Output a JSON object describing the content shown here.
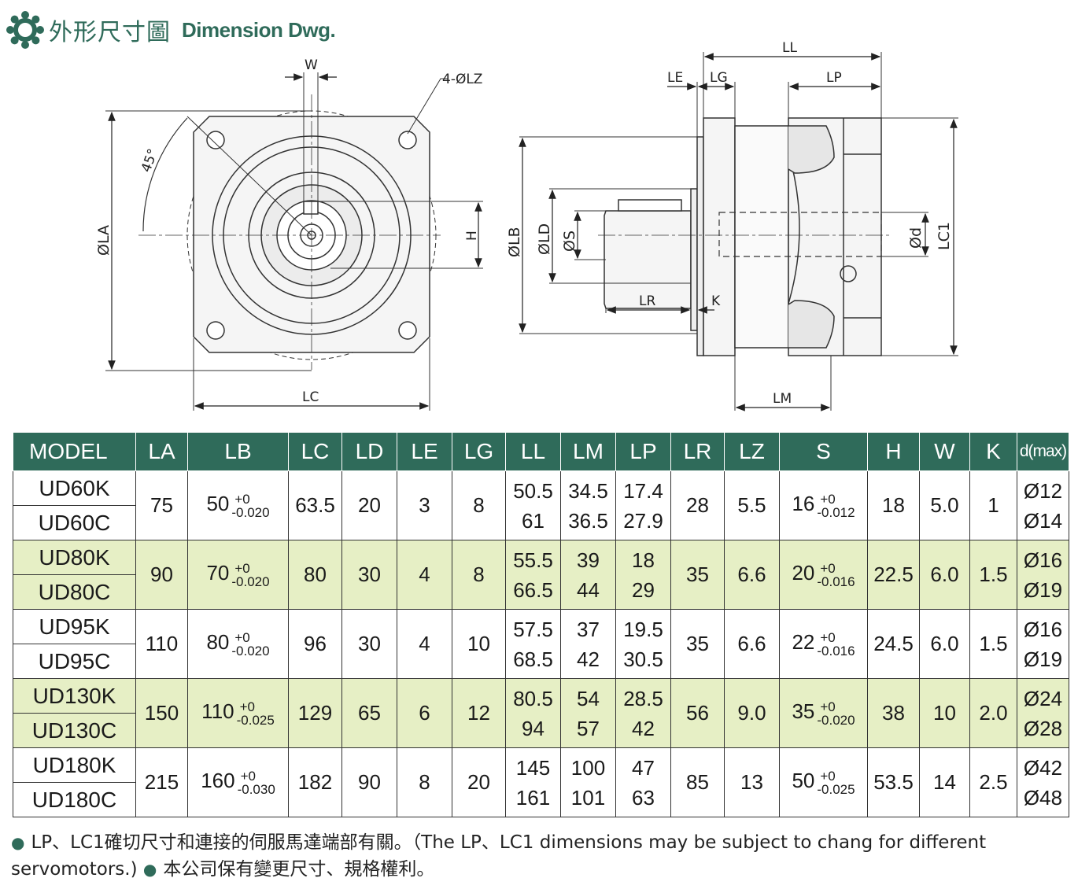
{
  "header": {
    "title_zh": "外形尺寸圖",
    "title_en": "Dimension Dwg."
  },
  "front_view_labels": {
    "w": "W",
    "lz": "4-ØLZ",
    "angle": "45°",
    "la": "ØLA",
    "h": "H",
    "lc": "LC"
  },
  "side_view_labels": {
    "ll": "LL",
    "le": "LE",
    "lg": "LG",
    "lp": "LP",
    "lb": "ØLB",
    "ld": "ØLD",
    "s": "ØS",
    "lr": "LR",
    "k": "K",
    "d": "Ød",
    "lc1": "LC1",
    "lm": "LM"
  },
  "table": {
    "headers": [
      "MODEL",
      "LA",
      "LB",
      "LC",
      "LD",
      "LE",
      "LG",
      "LL",
      "LM",
      "LP",
      "LR",
      "LZ",
      "S",
      "H",
      "W",
      "K",
      "d(max)"
    ],
    "groups": [
      {
        "models": [
          "UD60K",
          "UD60C"
        ],
        "la": "75",
        "lb_main": "50",
        "lb_tol_plus": "+0",
        "lb_tol_minus": "-0.020",
        "lc": "63.5",
        "ld": "20",
        "le": "3",
        "lg": "8",
        "ll": [
          "50.5",
          "61"
        ],
        "lm": [
          "34.5",
          "36.5"
        ],
        "lp": [
          "17.4",
          "27.9"
        ],
        "lr": "28",
        "lz": "5.5",
        "s_main": "16",
        "s_tol_plus": "+0",
        "s_tol_minus": "-0.012",
        "h": "18",
        "w": "5.0",
        "k": "1",
        "d": [
          "Ø12",
          "Ø14"
        ]
      },
      {
        "models": [
          "UD80K",
          "UD80C"
        ],
        "la": "90",
        "lb_main": "70",
        "lb_tol_plus": "+0",
        "lb_tol_minus": "-0.020",
        "lc": "80",
        "ld": "30",
        "le": "4",
        "lg": "8",
        "ll": [
          "55.5",
          "66.5"
        ],
        "lm": [
          "39",
          "44"
        ],
        "lp": [
          "18",
          "29"
        ],
        "lr": "35",
        "lz": "6.6",
        "s_main": "20",
        "s_tol_plus": "+0",
        "s_tol_minus": "-0.016",
        "h": "22.5",
        "w": "6.0",
        "k": "1.5",
        "d": [
          "Ø16",
          "Ø19"
        ]
      },
      {
        "models": [
          "UD95K",
          "UD95C"
        ],
        "la": "110",
        "lb_main": "80",
        "lb_tol_plus": "+0",
        "lb_tol_minus": "-0.020",
        "lc": "96",
        "ld": "30",
        "le": "4",
        "lg": "10",
        "ll": [
          "57.5",
          "68.5"
        ],
        "lm": [
          "37",
          "42"
        ],
        "lp": [
          "19.5",
          "30.5"
        ],
        "lr": "35",
        "lz": "6.6",
        "s_main": "22",
        "s_tol_plus": "+0",
        "s_tol_minus": "-0.016",
        "h": "24.5",
        "w": "6.0",
        "k": "1.5",
        "d": [
          "Ø16",
          "Ø19"
        ]
      },
      {
        "models": [
          "UD130K",
          "UD130C"
        ],
        "la": "150",
        "lb_main": "110",
        "lb_tol_plus": "+0",
        "lb_tol_minus": "-0.025",
        "lc": "129",
        "ld": "65",
        "le": "6",
        "lg": "12",
        "ll": [
          "80.5",
          "94"
        ],
        "lm": [
          "54",
          "57"
        ],
        "lp": [
          "28.5",
          "42"
        ],
        "lr": "56",
        "lz": "9.0",
        "s_main": "35",
        "s_tol_plus": "+0",
        "s_tol_minus": "-0.020",
        "h": "38",
        "w": "10",
        "k": "2.0",
        "d": [
          "Ø24",
          "Ø28"
        ]
      },
      {
        "models": [
          "UD180K",
          "UD180C"
        ],
        "la": "215",
        "lb_main": "160",
        "lb_tol_plus": "+0",
        "lb_tol_minus": "-0.030",
        "lc": "182",
        "ld": "90",
        "le": "8",
        "lg": "20",
        "ll": [
          "145",
          "161"
        ],
        "lm": [
          "100",
          "101"
        ],
        "lp": [
          "47",
          "63"
        ],
        "lr": "85",
        "lz": "13",
        "s_main": "50",
        "s_tol_plus": "+0",
        "s_tol_minus": "-0.025",
        "h": "53.5",
        "w": "14",
        "k": "2.5",
        "d": [
          "Ø42",
          "Ø48"
        ]
      }
    ]
  },
  "notes": {
    "note1": "LP、LC1確切尺寸和連接的伺服馬達端部有關。（The LP、LC1 dimensions may be subject to chang for different servomotors.)",
    "note2": "本公司保有變更尺寸、規格權利。"
  },
  "colors": {
    "brand_green": "#2f6b5a",
    "row_highlight": "#e6efc5"
  }
}
